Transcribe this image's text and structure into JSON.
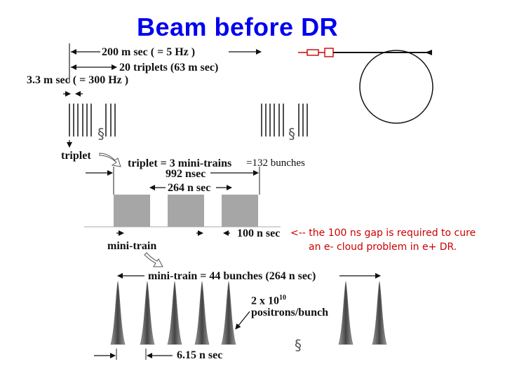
{
  "title": "Beam before DR",
  "labels": {
    "period": "200 m sec ( = 5 Hz )",
    "triplets": "20 triplets (63 m sec)",
    "spacing": "3.3 m sec ( = 300 Hz )",
    "triplet": "triplet",
    "triplet_def": "triplet = 3 mini-trains",
    "bunches_132": "=132 bunches",
    "triplet_len": "992 nsec",
    "minitrain_len": "264 n sec",
    "gap": "100 n sec",
    "minitrain": "mini-train",
    "minitrain_def": "mini-train = 44 bunches (264 n sec)",
    "intensity_base": "2 x 10",
    "intensity_exp": "10",
    "intensity_unit": "positrons/bunch",
    "bunch_spacing": "6.15 n sec"
  },
  "note": {
    "line1": "<-- the 100 ns gap is required to cure",
    "line2": "an e- cloud problem in e+ DR."
  },
  "colors": {
    "title": "#0000ee",
    "note": "#cc0000",
    "minitrain_block": "#a6a6a6",
    "bunch": "#8a8a8a",
    "ring_injector": "#cc0000"
  }
}
